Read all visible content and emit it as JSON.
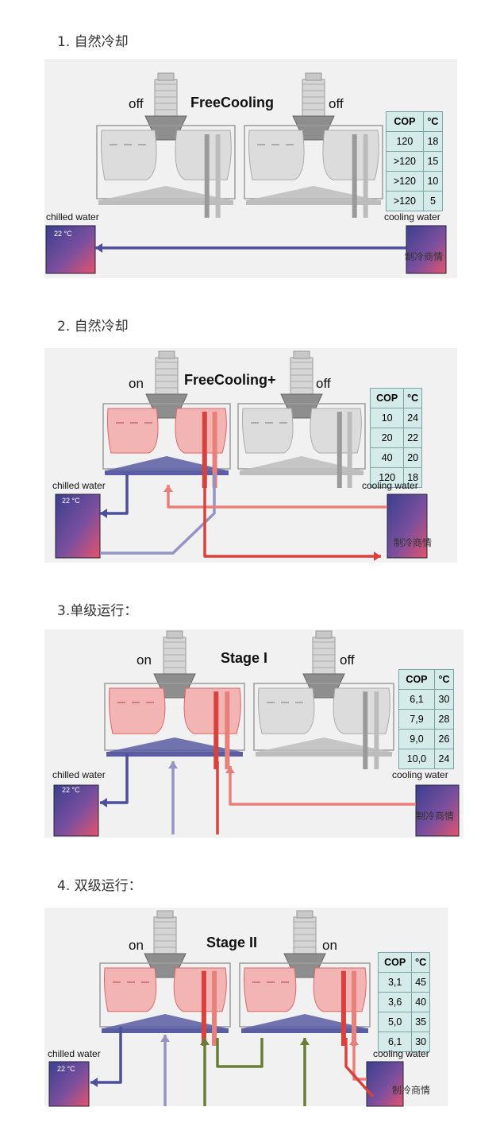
{
  "sections": [
    {
      "heading": "1. 自然冷却",
      "title": "FreeCooling",
      "left_state": "off",
      "right_state": "off",
      "left_active": false,
      "right_active": false,
      "cop_header": [
        "COP",
        "°C"
      ],
      "cop_rows": [
        [
          "120",
          "18"
        ],
        [
          ">120",
          "15"
        ],
        [
          ">120",
          "10"
        ],
        [
          ">120",
          "5"
        ]
      ],
      "chilled_label": "chilled water",
      "chilled_temp": "22 °C",
      "cooling_label": "cooling water",
      "watermark": "制冷商情"
    },
    {
      "heading": "2. 自然冷却",
      "title": "FreeCooling+",
      "left_state": "on",
      "right_state": "off",
      "left_active": true,
      "right_active": false,
      "cop_header": [
        "COP",
        "°C"
      ],
      "cop_rows": [
        [
          "10",
          "24"
        ],
        [
          "20",
          "22"
        ],
        [
          "40",
          "20"
        ],
        [
          "120",
          "18"
        ]
      ],
      "chilled_label": "chilled water",
      "chilled_temp": "22 °C",
      "cooling_label": "cooling water",
      "watermark": "制冷商情"
    },
    {
      "heading": "3.单级运行：",
      "title": "Stage I",
      "left_state": "on",
      "right_state": "off",
      "left_active": true,
      "right_active": false,
      "cop_header": [
        "COP",
        "°C"
      ],
      "cop_rows": [
        [
          "6,1",
          "30"
        ],
        [
          "7,9",
          "28"
        ],
        [
          "9,0",
          "26"
        ],
        [
          "10,0",
          "24"
        ]
      ],
      "chilled_label": "chilled water",
      "chilled_temp": "22 °C",
      "cooling_label": "cooling water",
      "watermark": "制冷商情"
    },
    {
      "heading": "4. 双级运行：",
      "title": "Stage II",
      "left_state": "on",
      "right_state": "on",
      "left_active": true,
      "right_active": true,
      "cop_header": [
        "COP",
        "°C"
      ],
      "cop_rows": [
        [
          "3,1",
          "45"
        ],
        [
          "3,6",
          "40"
        ],
        [
          "5,0",
          "35"
        ],
        [
          "6,1",
          "30"
        ]
      ],
      "chilled_label": "chilled water",
      "chilled_temp": "22 °C",
      "cooling_label": "cooling water",
      "watermark": "制冷商情"
    }
  ]
}
